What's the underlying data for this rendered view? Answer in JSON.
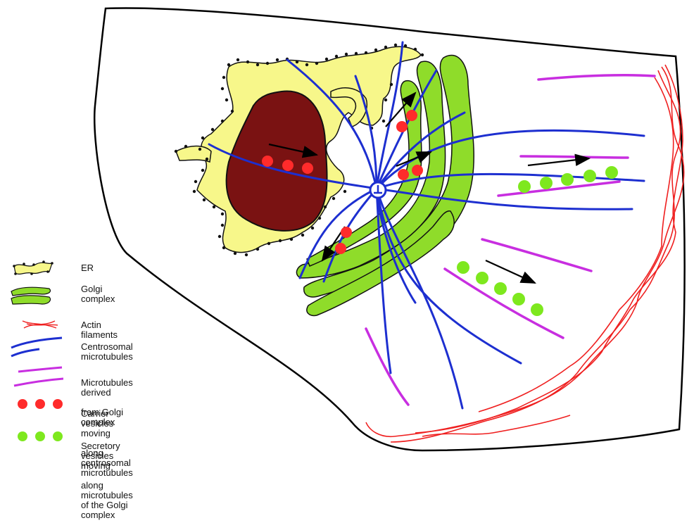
{
  "legend": {
    "er": "ER",
    "golgi": "Golgi complex",
    "actin": "Actin filaments",
    "centrosomal": "Centrosomal microtubules",
    "golgi_mt_line1": "Microtubules derived",
    "golgi_mt_line2": "from Golgi complex",
    "carrier_line1": "Carrier vesicles moving",
    "carrier_line2": "along centrosomal microtubules",
    "secretory_line1": "Secretory vesicles moving",
    "secretory_line2": "along microtubules of the Golgi complex"
  },
  "colors": {
    "er_fill": "#f7f78a",
    "nucleus_fill": "#7a1212",
    "golgi_fill": "#8fdc2a",
    "actin": "#ef2020",
    "centrosomal_mt": "#1d2fd0",
    "golgi_mt": "#c82ee0",
    "carrier_vesicle": "#ff2b2b",
    "secretory_vesicle": "#7ee81e",
    "arrow": "#000000"
  }
}
